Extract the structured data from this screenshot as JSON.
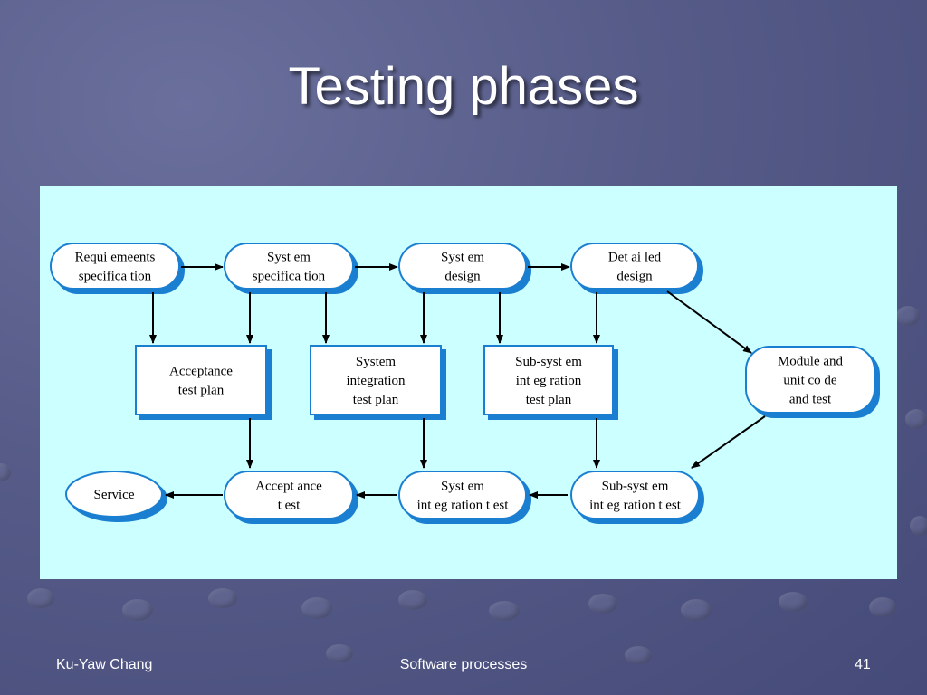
{
  "slide": {
    "title": "Testing phases",
    "footer_left": "Ku-Yaw Chang",
    "footer_center": "Software processes",
    "page_number": "41"
  },
  "diagram": {
    "nodes": {
      "req_spec": [
        "Requi    emeents",
        "specifica tion"
      ],
      "sys_spec": [
        "Syst em",
        "specifica tion"
      ],
      "sys_design": [
        "Syst em",
        "design"
      ],
      "detailed_design": [
        "Det ai led",
        "design"
      ],
      "acceptance_plan": [
        "Acceptance",
        "test plan"
      ],
      "sys_int_plan": [
        "System",
        "integration",
        "test plan"
      ],
      "subsys_int_plan": [
        "Sub-syst em",
        "int eg ration",
        "test plan"
      ],
      "module_unit": [
        "Module and",
        "unit co de",
        "and test"
      ],
      "service": [
        "Service"
      ],
      "acceptance_test": [
        "Accept ance",
        "t est"
      ],
      "sys_int_test": [
        "Syst em",
        "int eg ration t est"
      ],
      "subsys_int_test": [
        "Sub-syst em",
        "int eg ration t est"
      ]
    }
  },
  "colors": {
    "panel": "#ccffff",
    "node_border": "#1a7fd1",
    "node_shadow": "#1a7fd1",
    "node_fill": "#ffffff",
    "arrow": "#000000"
  }
}
